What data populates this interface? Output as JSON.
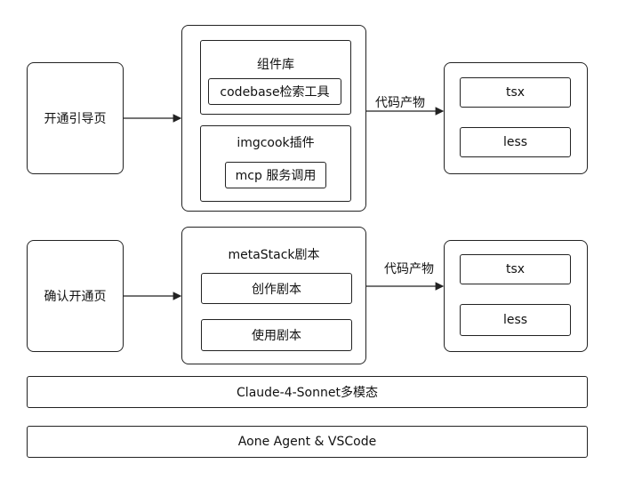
{
  "row1": {
    "left": "开通引导页",
    "middle": {
      "group1_title": "组件库",
      "group1_item": "codebase检索工具",
      "group2_title": "imgcook插件",
      "group2_item": "mcp 服务调用"
    },
    "edge_label": "代码产物",
    "outputs": [
      "tsx",
      "less"
    ]
  },
  "row2": {
    "left": "确认开通页",
    "middle": {
      "title": "metaStack剧本",
      "items": [
        "创作剧本",
        "使用剧本"
      ]
    },
    "edge_label": "代码产物",
    "outputs": [
      "tsx",
      "less"
    ]
  },
  "bars": {
    "model": "Claude-4-Sonnet多模态",
    "platform": "Aone Agent & VSCode"
  }
}
